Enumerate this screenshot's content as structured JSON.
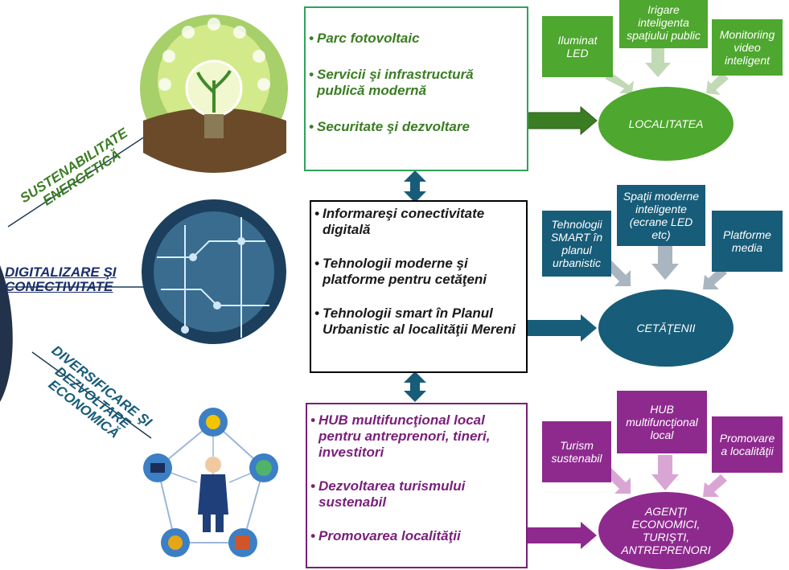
{
  "colors": {
    "green": "#4ea72e",
    "green_dark": "#3b7d23",
    "green_border": "#2ea35a",
    "teal": "#175c78",
    "teal_text": "#1a2e6b",
    "purple": "#8e2a8e",
    "purple_dark": "#7a1f7a",
    "arrow_light_green": "#c1d9b5",
    "arrow_light_blue": "#a9b5c0",
    "arrow_light_purple": "#d9a5d3"
  },
  "side_labels": {
    "sustainability": [
      "SUSTENABILITATE",
      "ENERGETICĂ"
    ],
    "digital": [
      "DIGITALIZARE ŞI",
      "CONECTIVITATE"
    ],
    "economic": [
      "DIVERSIFICARE ŞI",
      "DEZVOLTARE",
      "ECONOMICĂ"
    ]
  },
  "sections": {
    "green": {
      "items": [
        "Parc fotovoltaic",
        "Servicii şi infrastructură publică modernă",
        "Securitate şi dezvoltare"
      ],
      "bubbles": [
        "Iluminat LED",
        "Irigare inteligenta spaţiului public",
        "Monitoriing video inteligent"
      ],
      "target": "LOCALITATEA"
    },
    "blue": {
      "items": [
        "Informareşi conectivitate digitală",
        "Tehnologii moderne şi platforme pentru cetăţeni",
        "Tehnologii smart în Planul Urbanistic al localităţii Mereni"
      ],
      "bubbles": [
        "Tehnologii SMART în planul urbanistic",
        "Spaţii moderne inteligente (ecrane LED etc)",
        "Platforme media"
      ],
      "target": "CETĂŢENII"
    },
    "purple": {
      "items": [
        "HUB multifuncţional local pentru antreprenori, tineri, investitori",
        "Dezvoltarea turismului sustenabil",
        "Promovarea localităţii"
      ],
      "bubbles": [
        "Turism sustenabil",
        "HUB multifuncţional local",
        "Promovare a localităţii"
      ],
      "target": "AGENŢI ECONOMICI, TURIŞTI, ANTREPRENORI"
    }
  }
}
